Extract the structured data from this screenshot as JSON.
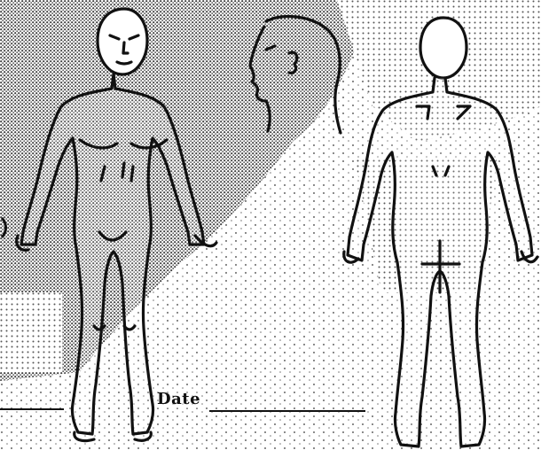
{
  "form": {
    "date_label": "Date",
    "date_value": ""
  },
  "diagram": {
    "views": [
      "front-view",
      "head-profile-view",
      "back-view"
    ]
  },
  "colors": {
    "ink": "#111111",
    "halftone": "#4a4a4a",
    "paper": "#ffffff"
  }
}
